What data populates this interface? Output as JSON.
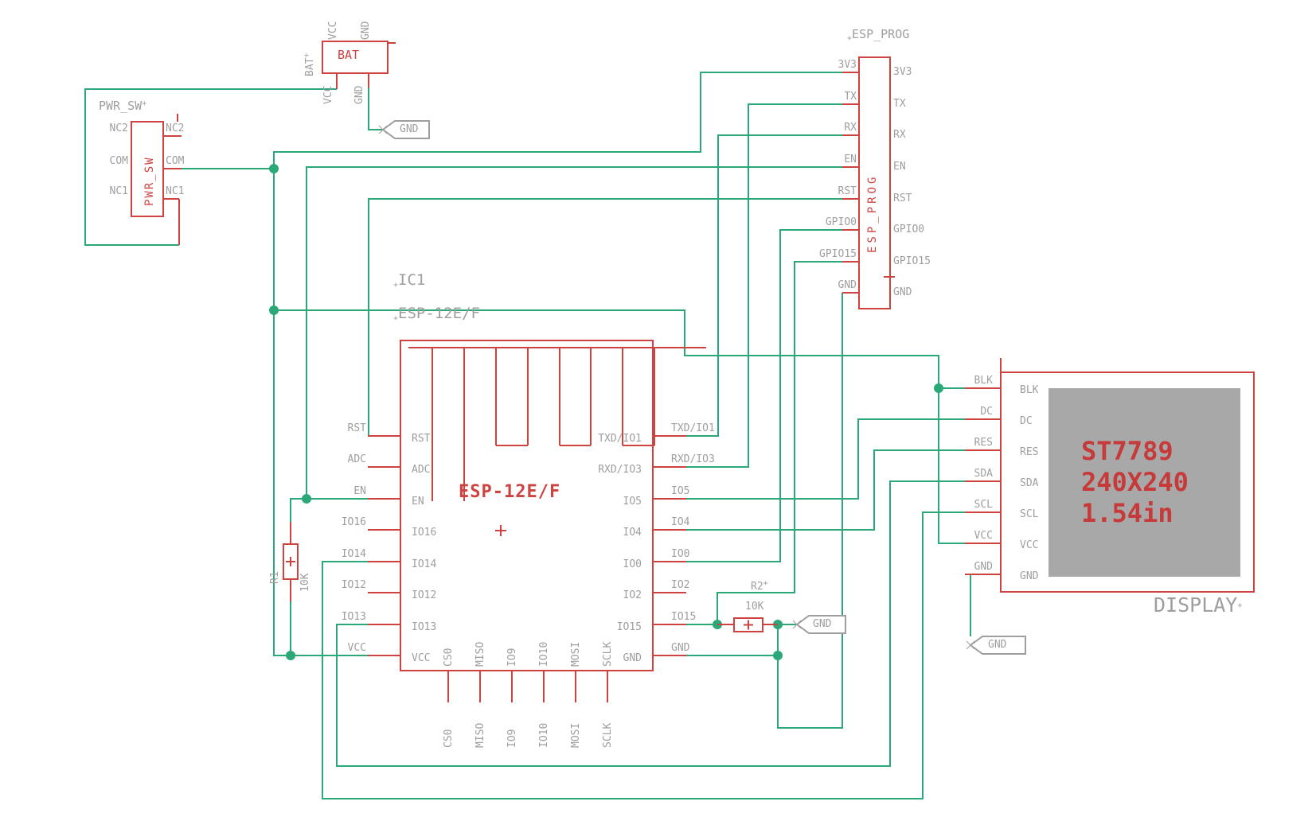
{
  "plus": "+",
  "gnd_label": "GND",
  "colors": {
    "wire": "#2BA878",
    "component": "#CE4340",
    "label": "#9E9E9E",
    "screen": "#A8A8A8",
    "background": "#FFFFFF"
  },
  "pwr_sw": {
    "title": "PWR_SW",
    "name": "PWR_SW",
    "pins": [
      "NC2",
      "COM",
      "NC1"
    ]
  },
  "bat": {
    "name": "BAT",
    "label": "BAT",
    "pins_top": [
      "VCC",
      "GND"
    ],
    "pins_bottom": [
      "VCC",
      "GND"
    ]
  },
  "ic": {
    "ref": "IC1",
    "part": "ESP-12E/F",
    "name": "ESP-12E/F",
    "left": [
      "RST",
      "ADC",
      "EN",
      "IO16",
      "IO14",
      "IO12",
      "IO13",
      "VCC"
    ],
    "right": [
      "TXD/IO1",
      "RXD/IO3",
      "IO5",
      "IO4",
      "IO0",
      "IO2",
      "IO15",
      "GND"
    ],
    "bottom": [
      "CS0",
      "MISO",
      "IO9",
      "IO10",
      "MOSI",
      "SCLK"
    ]
  },
  "r1": {
    "ref": "R1",
    "value": "10K"
  },
  "r2": {
    "ref": "R2",
    "value": "10K"
  },
  "esp_prog": {
    "title": "ESP_PROG",
    "name": "ESP_PROG",
    "pins": [
      "3V3",
      "TX",
      "RX",
      "EN",
      "RST",
      "GPIO0",
      "GPIO15",
      "GND"
    ]
  },
  "display": {
    "title": "DISPLAY",
    "pins": [
      "BLK",
      "DC",
      "RES",
      "SDA",
      "SCL",
      "VCC",
      "GND"
    ],
    "screen": [
      "ST7789",
      "240X240",
      "1.54in"
    ]
  }
}
